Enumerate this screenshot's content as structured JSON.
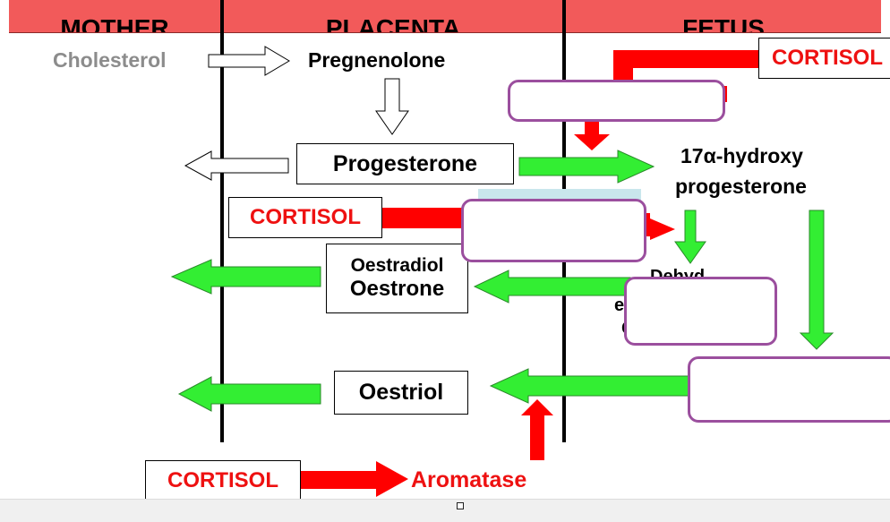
{
  "header": {
    "mother": "MOTHER",
    "placenta": "PLACENTA",
    "fetus": "FETUS"
  },
  "labels": {
    "cholesterol": "Cholesterol",
    "pregnenolone": "Pregnenolone",
    "hydroxy_line1": "17α-hydroxy",
    "hydroxy_line2": "progesterone",
    "aromatase": "Aromatase",
    "partial_top": "Dehyd",
    "partial_mid": "e",
    "partial_bot": "C"
  },
  "boxes": {
    "progesterone": "Progesterone",
    "oestradiol": "Oestradiol",
    "oestrone": "Oestrone",
    "oestriol": "Oestriol",
    "cortisol_fetus": "CORTISOL",
    "cortisol_placenta": "CORTISOL",
    "cortisol_bottom": "CORTISOL"
  },
  "colors": {
    "header": "#f25a5a",
    "red_arrow": "#ff0000",
    "green_arrow": "#33ee33",
    "cortisol_text": "#ee1111",
    "purple_outline": "#9b4f9e",
    "cholesterol_text": "#8c8c8c",
    "highlight": "#c9e6ec"
  }
}
